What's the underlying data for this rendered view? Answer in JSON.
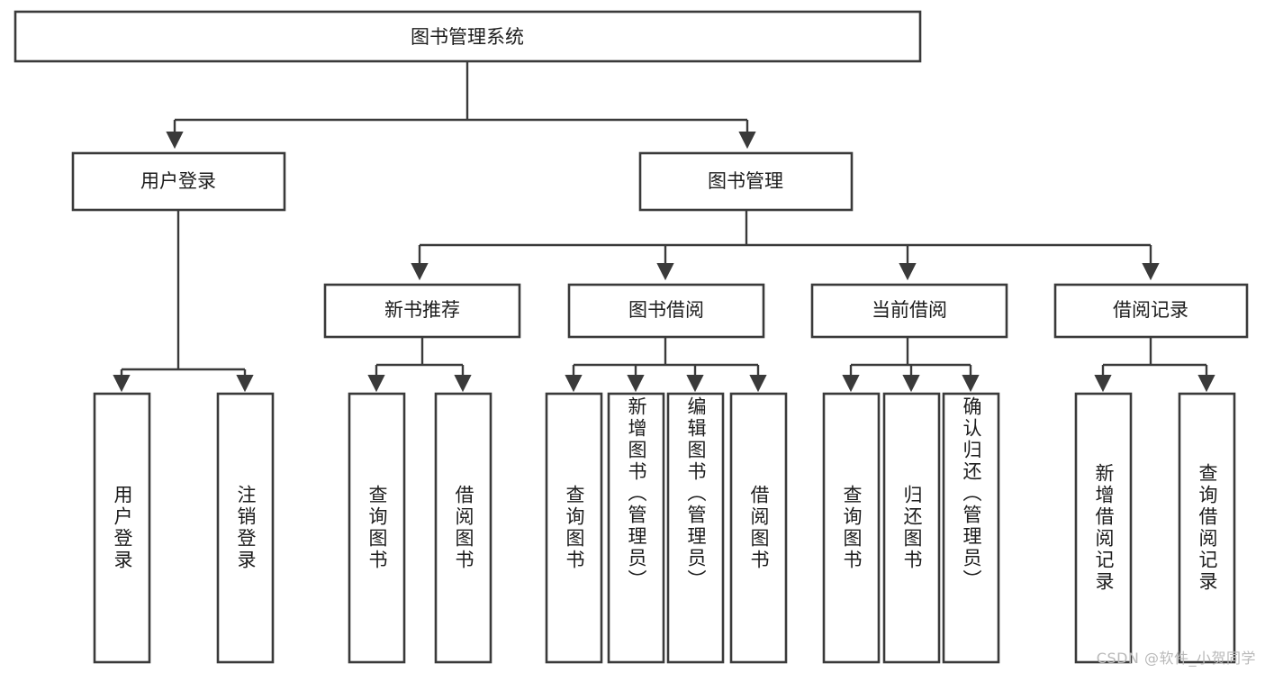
{
  "diagram": {
    "type": "tree-hierarchy-chart",
    "title": "图书管理系统",
    "watermark": "CSDN @软件_小贺同学",
    "colors": {
      "box_stroke": "#3a3a3a",
      "box_fill": "#ffffff",
      "connector": "#3a3a3a",
      "text": "#1c1c1c",
      "watermark": "#b9b9b9",
      "background": "#ffffff"
    },
    "nodes": {
      "root": {
        "label": "图书管理系统"
      },
      "level2": [
        {
          "label": "用户登录"
        },
        {
          "label": "图书管理"
        }
      ],
      "level3": [
        {
          "label": "新书推荐"
        },
        {
          "label": "图书借阅"
        },
        {
          "label": "当前借阅"
        },
        {
          "label": "借阅记录"
        }
      ],
      "leaves": {
        "user_login": [
          {
            "label": "用户登录"
          },
          {
            "label": "注销登录"
          }
        ],
        "new_book_recommend": [
          {
            "label": "查询图书"
          },
          {
            "label": "借阅图书"
          }
        ],
        "book_borrow": [
          {
            "label": "查询图书"
          },
          {
            "label": "新增图书（管理员）"
          },
          {
            "label": "编辑图书（管理员）"
          },
          {
            "label": "借阅图书"
          }
        ],
        "current_borrow": [
          {
            "label": "查询图书"
          },
          {
            "label": "归还图书"
          },
          {
            "label": "确认归还（管理员）"
          }
        ],
        "borrow_record": [
          {
            "label": "新增借阅记录"
          },
          {
            "label": "查询借阅记录"
          }
        ]
      }
    }
  }
}
